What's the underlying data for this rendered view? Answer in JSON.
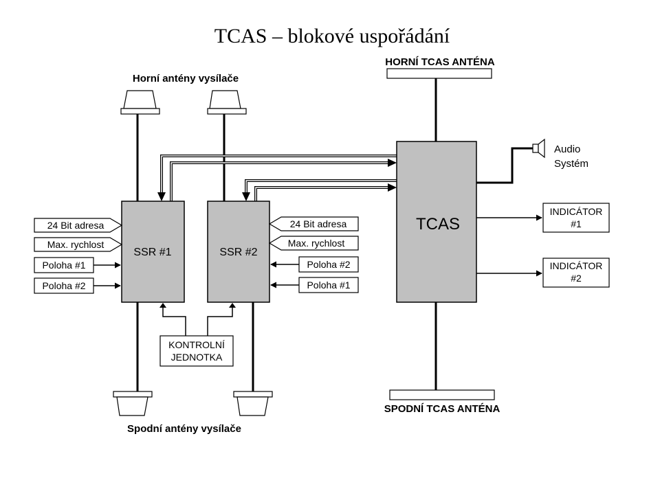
{
  "title": "TCAS – blokové uspořádání",
  "upper_antennas_label": "Horní antény vysílače",
  "upper_tcas_antenna_label": "HORNÍ TCAS ANTÉNA",
  "audio": {
    "line1": "Audio",
    "line2": "Systém"
  },
  "left_inputs": [
    "24 Bit adresa",
    "Max. rychlost",
    "Poloha #1",
    "Poloha #2"
  ],
  "ssr1_label": "SSR #1",
  "ssr2_label": "SSR #2",
  "mid_inputs": [
    "24 Bit adresa",
    "Max. rychlost",
    "Poloha #2",
    "Poloha #1"
  ],
  "tcas_label": "TCAS",
  "indicator1": {
    "line1": "INDICÁTOR",
    "line2": "#1"
  },
  "indicator2": {
    "line1": "INDICÁTOR",
    "line2": "#2"
  },
  "control_unit": {
    "line1": "KONTROLNÍ",
    "line2": "JEDNOTKA"
  },
  "lower_antennas_label": "Spodní antény vysílače",
  "lower_tcas_antenna_label": "SPODNÍ TCAS ANTÉNA",
  "colors": {
    "block_fill": "#c0c0c0",
    "line": "#000000",
    "background": "#ffffff"
  }
}
